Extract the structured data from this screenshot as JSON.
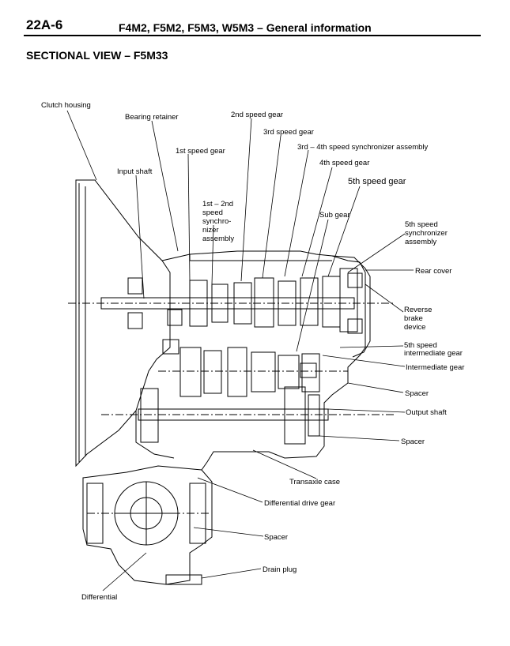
{
  "header": {
    "page_number": "22A-6",
    "title": "F4M2, F5M2, F5M3, W5M3 – General information"
  },
  "section_title": "SECTIONAL VIEW – F5M33",
  "labels": {
    "clutch_housing": "Clutch housing",
    "bearing_retainer": "Bearing retainer",
    "first_speed_gear": "1st speed gear",
    "input_shaft": "Input shaft",
    "second_speed_gear": "2nd speed gear",
    "third_speed_gear": "3rd speed gear",
    "sync_3_4": "3rd – 4th speed synchronizer assembly",
    "fourth_speed_gear": "4th speed gear",
    "fifth_speed_gear": "5th speed gear",
    "sub_gear": "Sub gear",
    "sync_1_2": [
      "1st – 2nd",
      "speed",
      "synchro-",
      "nizer",
      "assembly"
    ],
    "sync_5": [
      "5th speed",
      "synchronizer",
      "assembly"
    ],
    "rear_cover": "Rear cover",
    "reverse_brake": [
      "Reverse",
      "brake",
      "device"
    ],
    "fifth_intermediate": [
      "5th speed",
      "intermediate gear"
    ],
    "intermediate_gear": "Intermediate gear",
    "spacer_1": "Spacer",
    "output_shaft": "Output shaft",
    "spacer_2": "Spacer",
    "transaxle_case": "Transaxle case",
    "differential_drive_gear": "Differential drive gear",
    "spacer_3": "Spacer",
    "drain_plug": "Drain plug",
    "differential": "Differential"
  }
}
